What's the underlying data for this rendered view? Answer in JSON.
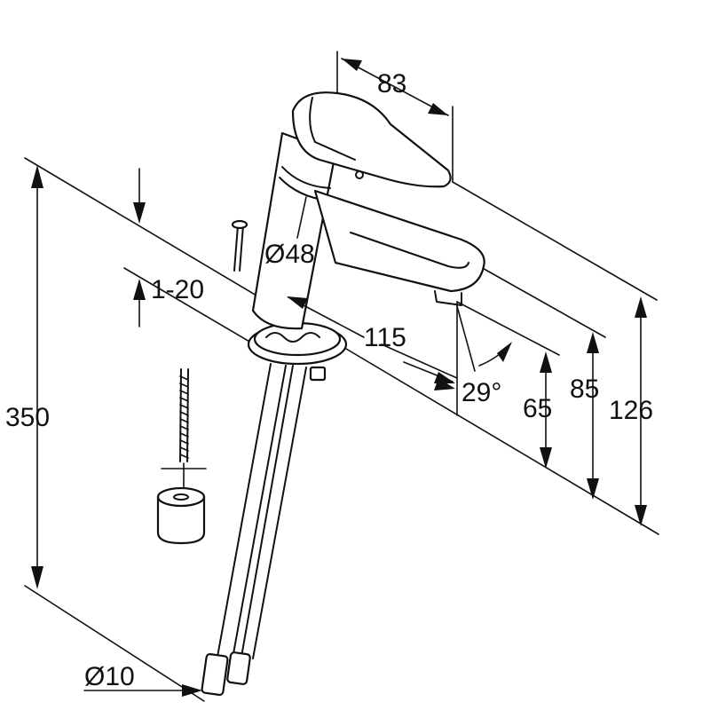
{
  "diagram": {
    "colors": {
      "line": "#111111",
      "background": "#ffffff"
    },
    "dimensions": {
      "lever_length": "83",
      "body_diameter": "Ø48",
      "deck_thickness": "1-20",
      "spout_reach": "115",
      "spout_angle": "29°",
      "spout_height": "65",
      "aerator_height": "85",
      "total_height": "126",
      "hose_length": "350",
      "hose_diameter": "Ø10"
    }
  }
}
